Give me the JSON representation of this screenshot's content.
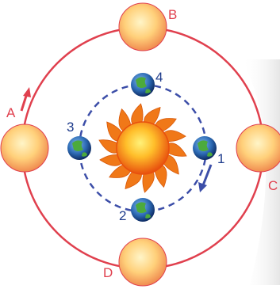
{
  "diagram": {
    "outer_orbit": {
      "color": "#e0404e",
      "positions": [
        {
          "label": "A"
        },
        {
          "label": "B"
        },
        {
          "label": "C"
        },
        {
          "label": "D"
        }
      ]
    },
    "inner_orbit": {
      "color": "#3c4ea8",
      "positions": [
        {
          "label": "1"
        },
        {
          "label": "2"
        },
        {
          "label": "3"
        },
        {
          "label": "4"
        }
      ]
    },
    "colors": {
      "sun_core": "#ffb020",
      "sun_rays": "#f07818",
      "outer_planet": "#ffd07a",
      "earth_ocean": "#2c6ab4",
      "earth_land": "#4caa3c"
    }
  }
}
